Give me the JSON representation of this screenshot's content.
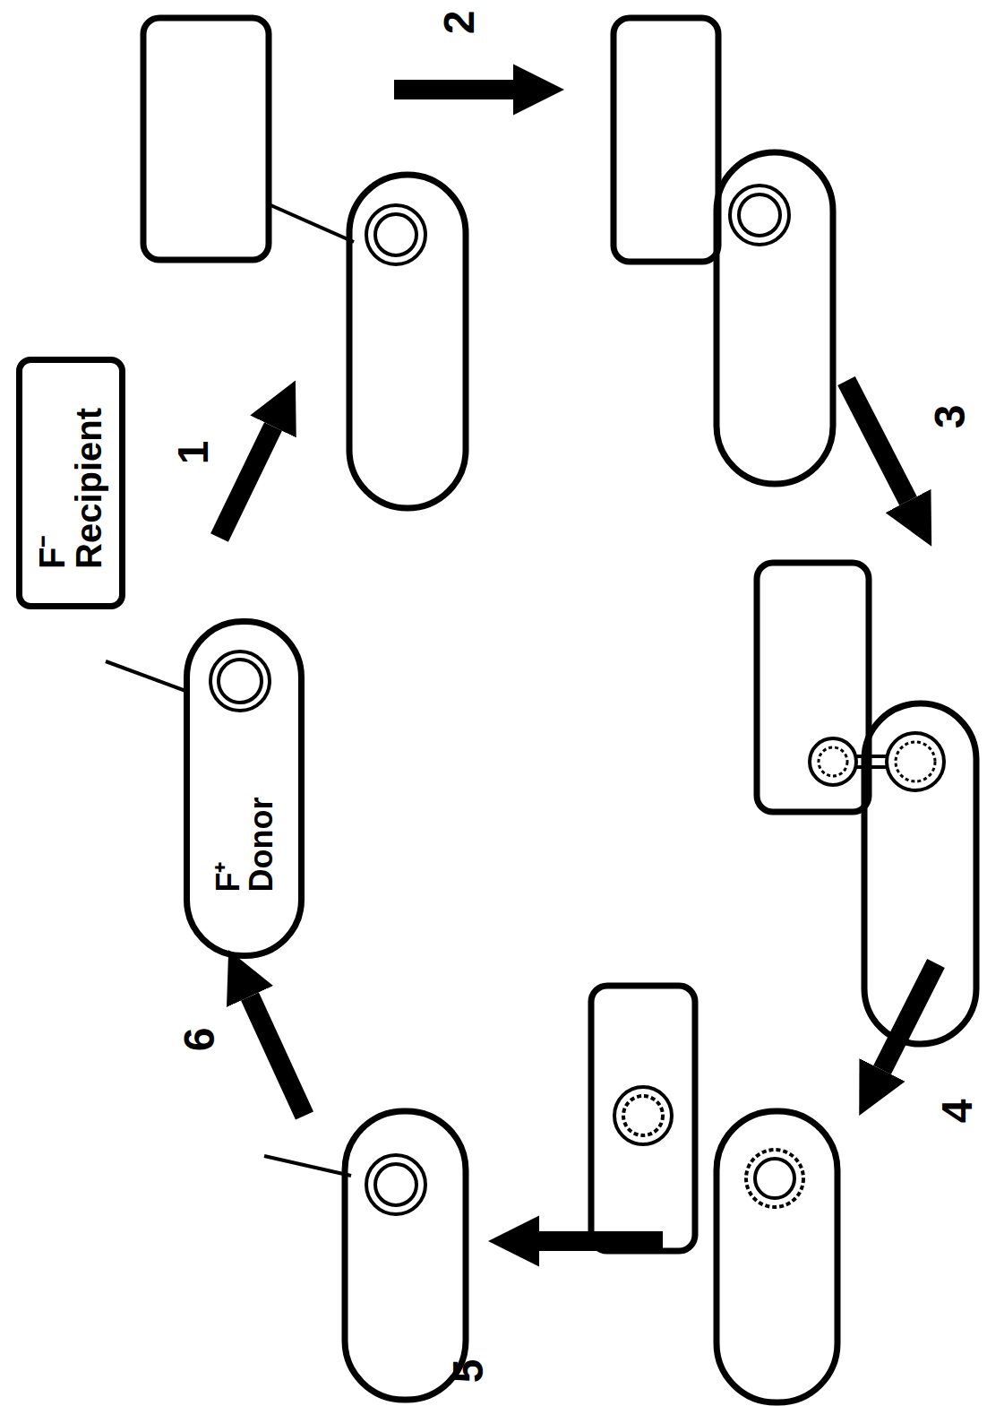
{
  "diagram": {
    "nodes": [
      {
        "text": [
          "F⁻ Recipient"
        ]
      },
      {
        "text": [
          "F⁺ Donor"
        ]
      }
    ],
    "labels": [
      "1",
      "2",
      "3",
      "4",
      "5",
      "6"
    ]
  }
}
